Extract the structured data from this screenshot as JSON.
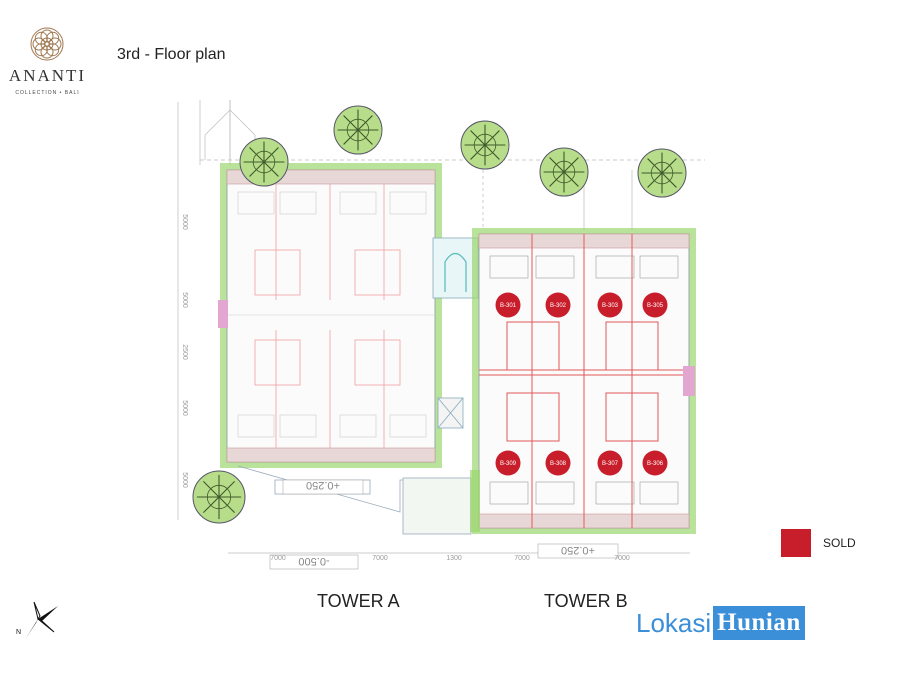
{
  "brand": {
    "name": "ANANTI",
    "sub": "COLLECTION • BALI"
  },
  "title": "3rd - Floor plan",
  "towers": [
    "TOWER A",
    "TOWER B"
  ],
  "units_top": [
    "B-301",
    "B-302",
    "B-303",
    "B-305"
  ],
  "units_bottom": [
    "B-309",
    "B-308",
    "B-307",
    "B-306"
  ],
  "dimensions_vertical": [
    "5000",
    "5000",
    "2500",
    "5000",
    "5000"
  ],
  "dimensions_horizontal": [
    "7000",
    "7000",
    "1300",
    "7000",
    "7000"
  ],
  "levels": [
    "+0.250",
    "-0.500",
    "+0.250"
  ],
  "legend": {
    "label": "SOLD",
    "color": "#c81e2c"
  },
  "watermark": {
    "part1": "Lokasi",
    "part2": "Hunian"
  },
  "colors": {
    "sold": "#c81e2c",
    "accent_green": "#9bd56f",
    "watermark": "#3b8fd8"
  },
  "icons": [
    "brand-logo-icon",
    "tree-icon",
    "compass-icon"
  ]
}
